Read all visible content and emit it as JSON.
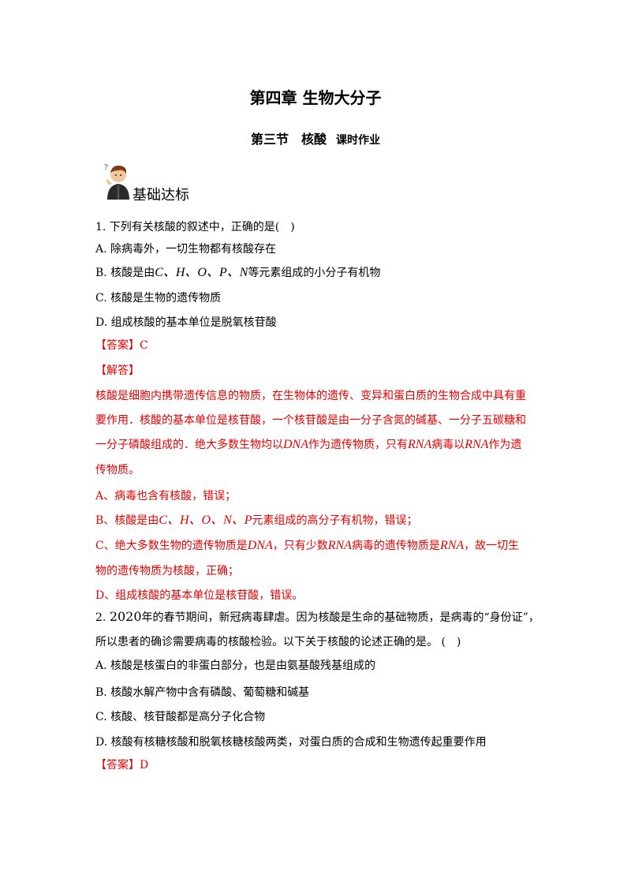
{
  "doc": {
    "chapter_title": "第四章 生物大分子",
    "section_title": "第三节　核酸",
    "section_sub": "课时作业",
    "section_heading": "基础达标"
  },
  "q1": {
    "stem": "1. 下列有关核酸的叙述中，正确的是(　)",
    "opt_a": "A.  除病毒外，一切生物都有核酸存在",
    "opt_b_pre": "B.  核酸是由",
    "opt_b_elems": "C、H、O、P、N",
    "opt_b_post": "等元素组成的小分子有机物",
    "opt_c": "C.  核酸是生物的遗传物质",
    "opt_d": "D.  组成核酸的基本单位是脱氧核苷酸",
    "answer_tag": "【答案】",
    "answer_val": "C",
    "analysis_tag": "【解答】",
    "exp1": "核酸是细胞内携带遗传信息的物质，在生物体的遗传、变异和蛋白质的生物合成中具有重",
    "exp2": "要作用．核酸的基本单位是核苷酸，一个核苷酸是由一分子含氮的碱基、一分子五碳糖和",
    "exp3_a": "一分子磷酸组成的．绝大多数生物均以",
    "exp3_dna": "DNA",
    "exp3_b": "作为遗传物质，只有",
    "exp3_rna1": "RNA",
    "exp3_c": "病毒以",
    "exp3_rna2": "RNA",
    "exp3_d": "作为遗",
    "exp4": "传物质。",
    "exp_a": "A、病毒也含有核酸，错误；",
    "exp_b_pre": "B、核酸是由",
    "exp_b_elems": "C、H、O、N、P",
    "exp_b_post": "元素组成的高分子有机物，错误；",
    "exp_c_pre": "C、绝大多数生物的遗传物质是",
    "exp_c_dna": "DNA",
    "exp_c_mid": "，只有少数",
    "exp_c_rna1": "RNA",
    "exp_c_mid2": "病毒的遗传物质是",
    "exp_c_rna2": "RNA",
    "exp_c_post": "，故一切生",
    "exp_c2": "物的遗传物质为核酸，正确；",
    "exp_d": "D、组成核酸的基本单位是核苷酸，错误。"
  },
  "q2": {
    "stem1_pre": "2. ",
    "stem1_year": "2020",
    "stem1_post": "年的春节期间，新冠病毒肆虐。因为核酸是生命的基础物质，是病毒的“身份证”，",
    "stem2": "所以患者的确诊需要病毒的核酸检验。以下关于核酸的论述正确的是。 (　)",
    "opt_a": "A.  核酸是核蛋白的非蛋白部分，也是由氨基酸残基组成的",
    "opt_b": "B.  核酸水解产物中含有磷酸、葡萄糖和碱基",
    "opt_c": "C.  核酸、核苷酸都是高分子化合物",
    "opt_d": "D.  核酸有核糖核酸和脱氧核糖核酸两类，对蛋白质的合成和生物遗传起重要作用",
    "answer_tag": "【答案】",
    "answer_val": "D"
  },
  "colors": {
    "red": "#e60000",
    "text": "#000000"
  },
  "icons": {
    "section_icon": "thinking-student-icon"
  }
}
